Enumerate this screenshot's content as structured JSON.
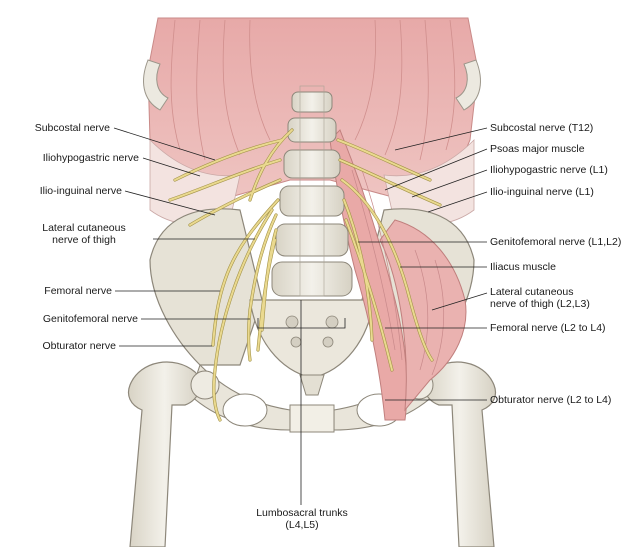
{
  "colors": {
    "muscle": "#e8b4b2",
    "muscle_dark": "#d48e8c",
    "bone": "#e9e6dc",
    "bone_shadow": "#c9c4b6",
    "nerve": "#e6d68a",
    "nerve_outline": "#a39348",
    "background": "#ffffff",
    "leader": "#222222"
  },
  "labels_left": [
    {
      "id": "subcostal",
      "text": "Subcostal nerve"
    },
    {
      "id": "iliohypogastric",
      "text": "Iliohypogastric nerve"
    },
    {
      "id": "ilioinguinal",
      "text": "Ilio-inguinal nerve"
    },
    {
      "id": "lateral_cutaneous_1",
      "text": "Lateral cutaneous"
    },
    {
      "id": "lateral_cutaneous_2",
      "text": "nerve of thigh"
    },
    {
      "id": "femoral",
      "text": "Femoral nerve"
    },
    {
      "id": "genitofemoral",
      "text": "Genitofemoral nerve"
    },
    {
      "id": "obturator",
      "text": "Obturator nerve"
    }
  ],
  "labels_right": [
    {
      "id": "subcostal_r",
      "text": "Subcostal nerve (T12)"
    },
    {
      "id": "psoas",
      "text": "Psoas major muscle"
    },
    {
      "id": "iliohypogastric_r",
      "text": "Iliohypogastric nerve (L1)"
    },
    {
      "id": "ilioinguinal_r",
      "text": "Ilio-inguinal nerve (L1)"
    },
    {
      "id": "genitofemoral_r",
      "text": "Genitofemoral nerve (L1,L2)"
    },
    {
      "id": "iliacus",
      "text": "Iliacus muscle"
    },
    {
      "id": "lateral_cutaneous_r1",
      "text": "Lateral cutaneous"
    },
    {
      "id": "lateral_cutaneous_r2",
      "text": "nerve of thigh (L2,L3)"
    },
    {
      "id": "femoral_r",
      "text": "Femoral nerve (L2 to L4)"
    },
    {
      "id": "obturator_r",
      "text": "Obturator nerve (L2 to L4)"
    }
  ],
  "labels_bottom": [
    {
      "id": "lumbosacral_1",
      "text": "Lumbosacral trunks"
    },
    {
      "id": "lumbosacral_2",
      "text": "(L4,L5)"
    }
  ]
}
